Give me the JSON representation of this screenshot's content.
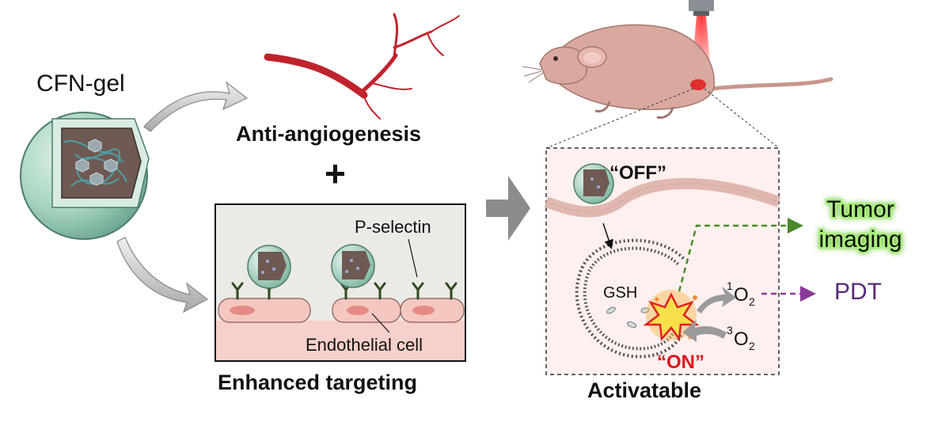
{
  "labels": {
    "cfn_gel": "CFN-gel",
    "anti_angiogenesis": "Anti-angiogenesis",
    "plus": "+",
    "p_selectin": "P-selectin",
    "endothelial_cell": "Endothelial cell",
    "enhanced_targeting": "Enhanced targeting",
    "off_label": "“OFF”",
    "on_label": "“ON”",
    "gsh": "GSH",
    "singlet_oxygen": {
      "sup": "1",
      "base": "O",
      "sub": "2"
    },
    "triplet_oxygen": {
      "sup": "3",
      "base": "O",
      "sub": "2"
    },
    "tumor_imaging_line1": "Tumor",
    "tumor_imaging_line2": "imaging",
    "pdt": "PDT",
    "activatable": "Activatable"
  },
  "colors": {
    "vessel": "#c0232e",
    "gel_shell": "#9fcfba",
    "gel_core": "#6e5a52",
    "receptor": "#2f4a1e",
    "cell": "#f4c8c0",
    "cell_nucleus": "#e58a86",
    "tumor_imaging_glow": "#7ed957",
    "pdt_text": "#5a2a7a",
    "on_text": "#e0101a",
    "arrow_gray": "#9a9a9a",
    "dashed_green": "#4a8a2a",
    "dashed_purple": "#8a3a9a"
  }
}
